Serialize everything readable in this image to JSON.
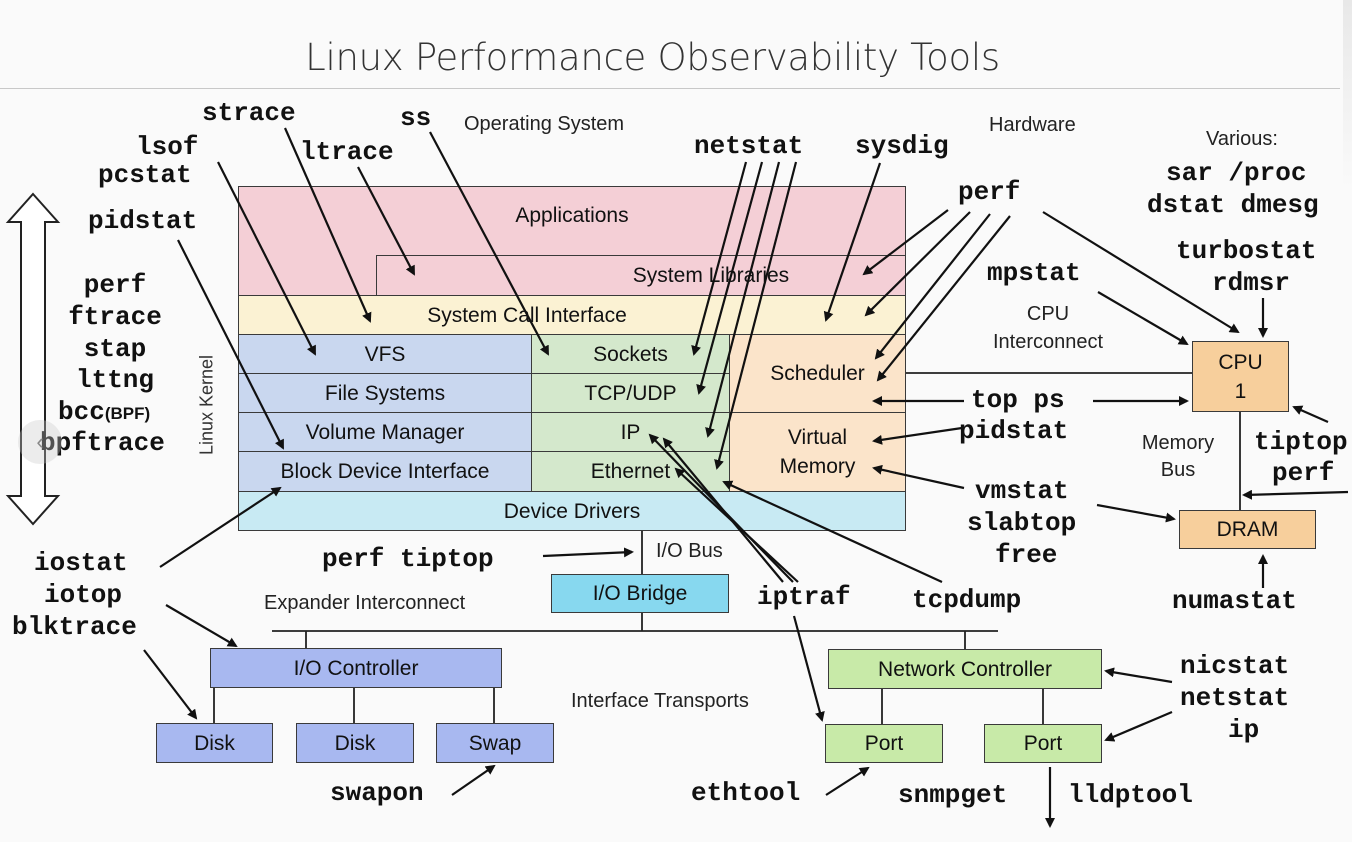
{
  "title": "Linux Performance Observability Tools",
  "colors": {
    "applications": "#f4cfd6",
    "syscall": "#fbf2d3",
    "storage_stack": "#c9d7ef",
    "network_stack": "#d4e8cc",
    "sched_mem": "#fbe4ca",
    "drivers": "#c8eaf3",
    "io_bridge": "#87d8ef",
    "io_controller": "#a8b8f0",
    "net_controller": "#c8eaa8",
    "cpu_dram": "#f7cf9c"
  },
  "sections": {
    "os": "Operating System",
    "hw": "Hardware",
    "kernel": "Linux Kernel"
  },
  "layers": {
    "applications": "Applications",
    "system_libraries": "System Libraries",
    "system_call_interface": "System Call Interface",
    "vfs": "VFS",
    "file_systems": "File Systems",
    "volume_manager": "Volume Manager",
    "block_device_interface": "Block Device Interface",
    "sockets": "Sockets",
    "tcp_udp": "TCP/UDP",
    "ip": "IP",
    "ethernet": "Ethernet",
    "scheduler": "Scheduler",
    "virtual_memory": "Virtual\nMemory",
    "device_drivers": "Device Drivers"
  },
  "hardware": {
    "io_bus": "I/O Bus",
    "io_bridge": "I/O Bridge",
    "expander_interconnect": "Expander Interconnect",
    "io_controller": "I/O Controller",
    "disk1": "Disk",
    "disk2": "Disk",
    "swap": "Swap",
    "interface_transports": "Interface Transports",
    "network_controller": "Network Controller",
    "port1": "Port",
    "port2": "Port",
    "cpu_interconnect": "CPU\nInterconnect",
    "cpu": "CPU\n1",
    "memory_bus": "Memory\nBus",
    "dram": "DRAM"
  },
  "tools": {
    "strace": "strace",
    "ss": "ss",
    "lsof": "lsof",
    "pcstat": "pcstat",
    "ltrace": "ltrace",
    "pidstat_left": "pidstat",
    "netstat_top": "netstat",
    "sysdig": "sysdig",
    "perf_top": "perf",
    "various": "Various:",
    "sar_proc": "sar /proc",
    "dstat_dmesg": "dstat dmesg",
    "turbostat": "turbostat",
    "rdmsr": "rdmsr",
    "mpstat": "mpstat",
    "left_perf": "perf",
    "left_ftrace": "ftrace",
    "left_stap": "stap",
    "left_lttng": "lttng",
    "left_bcc": "bcc",
    "left_bpf": "(BPF)",
    "left_bpftrace": "bpftrace",
    "top_ps": "top ps",
    "pidstat_right": "pidstat",
    "tiptop_right": "tiptop",
    "perf_right": "perf",
    "vmstat": "vmstat",
    "slabtop": "slabtop",
    "free": "free",
    "iostat": "iostat",
    "iotop": "iotop",
    "blktrace": "blktrace",
    "perf_tiptop": "perf tiptop",
    "iptraf": "iptraf",
    "tcpdump": "tcpdump",
    "numastat": "numastat",
    "nicstat": "nicstat",
    "netstat_bottom": "netstat",
    "ip_tool": "ip",
    "swapon": "swapon",
    "ethtool": "ethtool",
    "snmpget": "snmpget",
    "lldptool": "lldptool"
  },
  "nav": {
    "prev_icon": "‹"
  }
}
